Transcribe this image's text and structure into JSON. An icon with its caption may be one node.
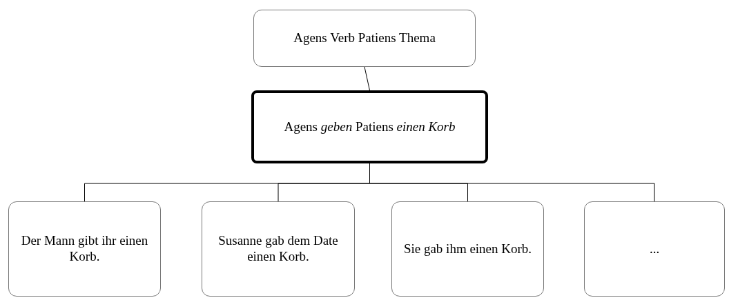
{
  "diagram": {
    "nodes": [
      {
        "text": [
          "Agens Verb Patiens Thema"
        ]
      },
      {
        "text": [
          "Agens *geben* Patiens *einen Korb*"
        ]
      },
      {
        "text": [
          "Der Mann gibt ihr einen Korb."
        ]
      },
      {
        "text": [
          "Susanne gab dem Date einen Korb."
        ]
      },
      {
        "text": [
          "Sie gab ihm einen Korb."
        ]
      },
      {
        "text": [
          "..."
        ]
      }
    ],
    "edges": [
      {
        "from": 0,
        "to": 1,
        "arrow": "none"
      },
      {
        "from": 1,
        "to": 2,
        "arrow": "none"
      },
      {
        "from": 1,
        "to": 3,
        "arrow": "none"
      },
      {
        "from": 1,
        "to": 4,
        "arrow": "none"
      },
      {
        "from": 1,
        "to": 5,
        "arrow": "none"
      }
    ]
  }
}
